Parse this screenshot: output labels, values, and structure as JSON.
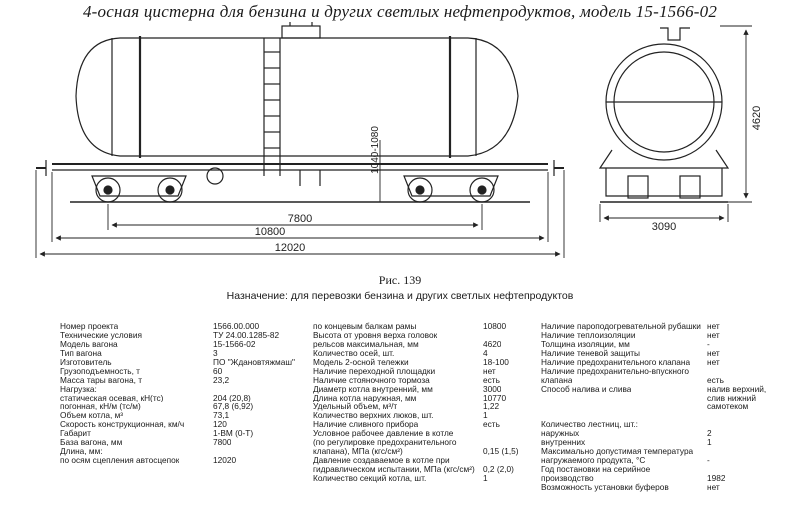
{
  "title": "4-осная цистерна для бензина и других светлых нефтепродуктов, модель 15-1566-02",
  "figure_caption": "Рис. 139",
  "purpose": "Назначение: для перевозки бензина и других светлых нефтепродуктов",
  "dimensions": {
    "d7800": "7800",
    "d10800": "10800",
    "d12020": "12020",
    "d3090": "3090",
    "d4620": "4620",
    "d1040_1080": "1040-1080"
  },
  "specs": {
    "col1": [
      {
        "label": "Номер проекта",
        "value": "1566.00.000"
      },
      {
        "label": "Технические условия",
        "value": "ТУ 24.00.1285-82"
      },
      {
        "label": "Модель вагона",
        "value": "15-1566-02"
      },
      {
        "label": "Тип вагона",
        "value": "3"
      },
      {
        "label": "Изготовитель",
        "value": "ПО \"Ждановтяжмаш\""
      },
      {
        "label": "Грузоподъемность, т",
        "value": "60"
      },
      {
        "label": "Масса тары вагона, т",
        "value": "23,2"
      },
      {
        "label": "Нагрузка:",
        "value": ""
      },
      {
        "label": "    статическая осевая, кН(тс)",
        "value": "204 (20,8)"
      },
      {
        "label": "    погонная, кН/м (тс/м)",
        "value": "67,8 (6,92)"
      },
      {
        "label": "Объем котла, м³",
        "value": "73,1"
      },
      {
        "label": "Скорость конструкционная, км/ч",
        "value": "120"
      },
      {
        "label": "Габарит",
        "value": "1-ВМ (0-Т)"
      },
      {
        "label": "База вагона, мм",
        "value": "7800"
      },
      {
        "label": "Длина, мм:",
        "value": ""
      },
      {
        "label": "    по осям сцепления автосцепок",
        "value": "12020"
      }
    ],
    "col2": [
      {
        "label": "    по концевым балкам рамы",
        "value": "10800"
      },
      {
        "label": "Высота от уровня верха головок",
        "value": ""
      },
      {
        "label": "рельсов максимальная, мм",
        "value": "4620"
      },
      {
        "label": "Количество осей, шт.",
        "value": "4"
      },
      {
        "label": "Модель 2-осной тележки",
        "value": "18-100"
      },
      {
        "label": "Наличие переходной площадки",
        "value": "нет"
      },
      {
        "label": "Наличие стояночного тормоза",
        "value": "есть"
      },
      {
        "label": "Диаметр котла внутренний, мм",
        "value": "3000"
      },
      {
        "label": "Длина котла наружная, мм",
        "value": "10770"
      },
      {
        "label": "Удельный объем, м³/т",
        "value": "1,22"
      },
      {
        "label": "Количество верхних люков, шт.",
        "value": "1"
      },
      {
        "label": "Наличие сливного прибора",
        "value": "есть"
      },
      {
        "label": "Условное рабочее давление в котле",
        "value": ""
      },
      {
        "label": "(по регулировке предохранительного",
        "value": ""
      },
      {
        "label": "клапана), МПа (кгс/см²)",
        "value": "0,15 (1,5)"
      },
      {
        "label": "Давление создаваемое в котле при",
        "value": ""
      },
      {
        "label": "гидравлическом испытании, МПа (кгс/см²)",
        "value": "0,2 (2,0)"
      },
      {
        "label": "Количество секций котла, шт.",
        "value": "1"
      }
    ],
    "col3": [
      {
        "label": "Наличие пароподогревательной рубашки",
        "value": "нет"
      },
      {
        "label": "Наличие теплоизоляции",
        "value": "нет"
      },
      {
        "label": "Толщина изоляции, мм",
        "value": "-"
      },
      {
        "label": "Наличие теневой защиты",
        "value": "нет"
      },
      {
        "label": "Наличие предохранительного клапана",
        "value": "нет"
      },
      {
        "label": "Наличие предохранительно-впускного",
        "value": ""
      },
      {
        "label": "клапана",
        "value": "есть"
      },
      {
        "label": "Способ налива и слива",
        "value": "налив верхний,"
      },
      {
        "label": "",
        "value": "слив нижний"
      },
      {
        "label": "",
        "value": "самотеком"
      },
      {
        "label": "",
        "value": ""
      },
      {
        "label": "Количество лестниц, шт.:",
        "value": ""
      },
      {
        "label": "    наружных",
        "value": "2"
      },
      {
        "label": "    внутренних",
        "value": "1"
      },
      {
        "label": "Максимально допустимая температура",
        "value": ""
      },
      {
        "label": "нагружаемого продукта, °С",
        "value": "-"
      },
      {
        "label": "Год постановки на серийное",
        "value": ""
      },
      {
        "label": "производство",
        "value": "1982"
      },
      {
        "label": "Возможность установки буферов",
        "value": "нет"
      }
    ]
  }
}
